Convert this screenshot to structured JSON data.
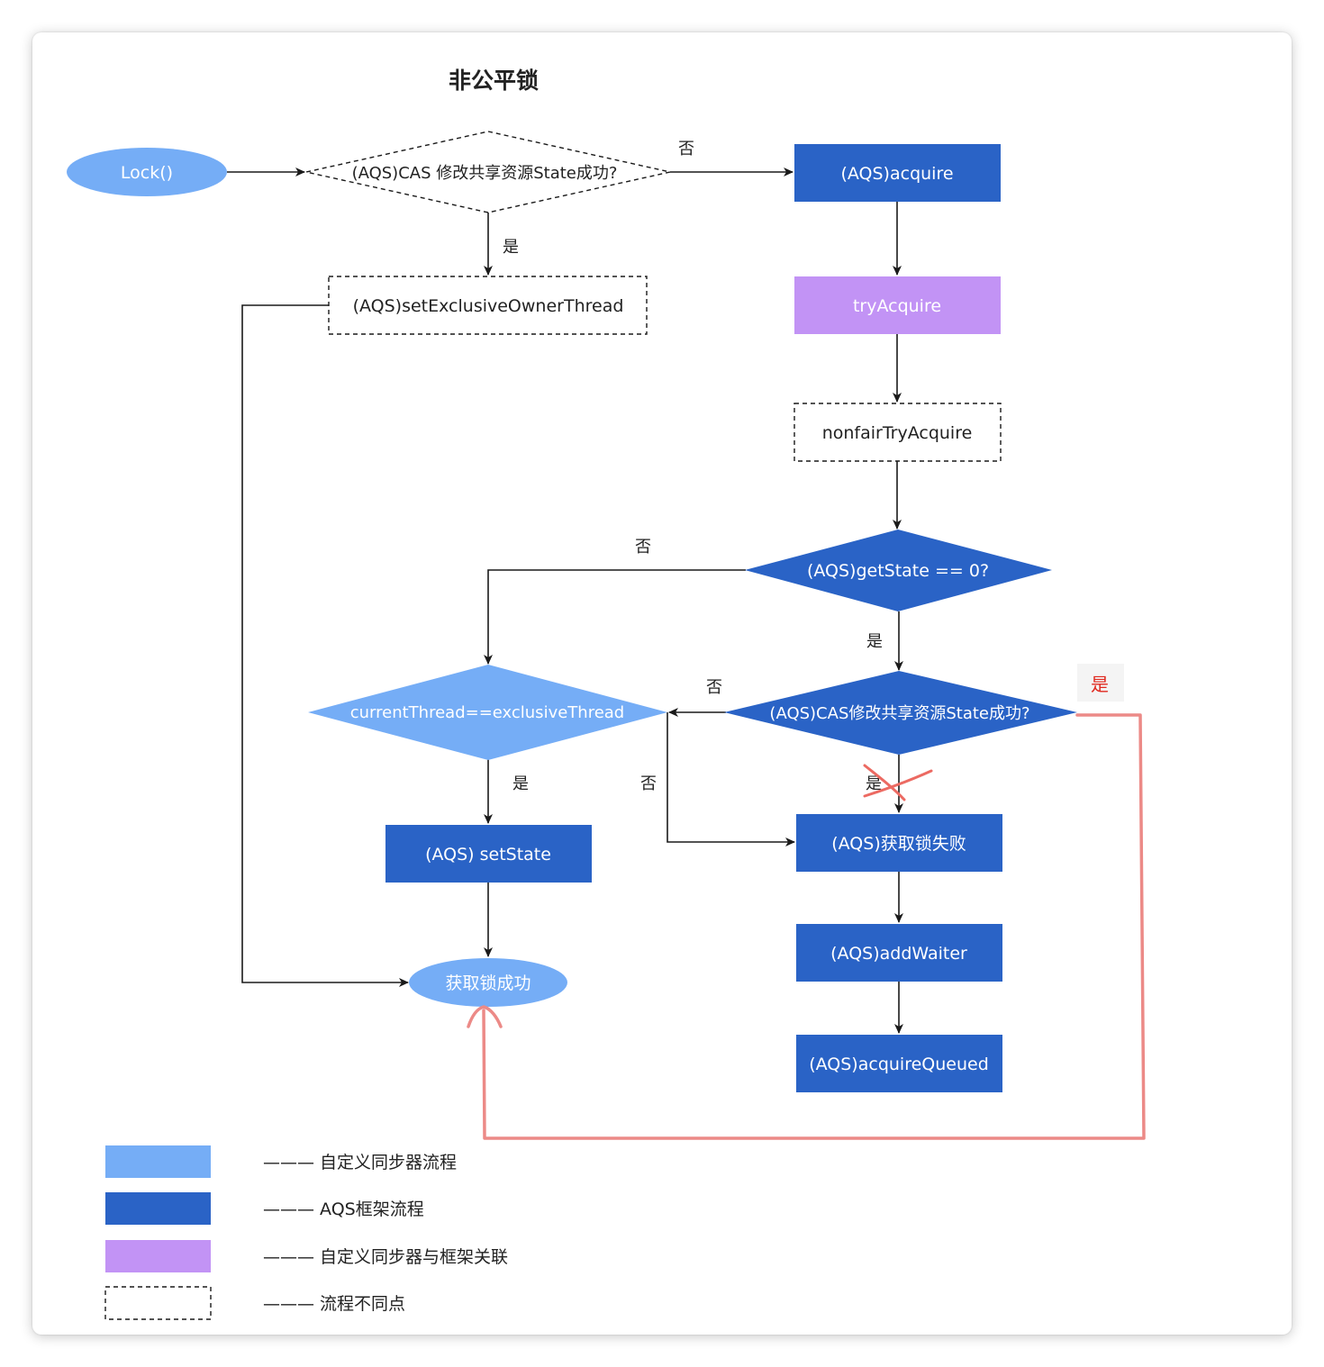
{
  "title": "非公平锁",
  "nodes": {
    "lock": "Lock()",
    "cas1": "(AQS)CAS 修改共享资源State成功?",
    "acquire": "(AQS)acquire",
    "set_owner": "(AQS)setExclusiveOwnerThread",
    "try_acquire": "tryAcquire",
    "nonfair": "nonfairTryAcquire",
    "get_state": "(AQS)getState == 0?",
    "current_thread": "currentThread==exclusiveThread",
    "cas2": "(AQS)CAS修改共享资源State成功?",
    "set_state": "(AQS) setState",
    "fail": "(AQS)获取锁失败",
    "add_waiter": "(AQS)addWaiter",
    "acquire_queued": "(AQS)acquireQueued",
    "success": "获取锁成功"
  },
  "edge_labels": {
    "cas1_no": "否",
    "cas1_yes": "是",
    "getstate_no": "否",
    "getstate_yes": "是",
    "cas2_no": "否",
    "cas2_yes_struck": "是",
    "cas2_yes_correction": "是",
    "current_yes": "是",
    "current_no": "否"
  },
  "legend": [
    {
      "label": "——— 自定义同步器流程",
      "swatch": "light-blue"
    },
    {
      "label": "——— AQS框架流程",
      "swatch": "dark-blue"
    },
    {
      "label": "——— 自定义同步器与框架关联",
      "swatch": "purple"
    },
    {
      "label": "——— 流程不同点",
      "swatch": "dashed"
    }
  ],
  "colors": {
    "dark_blue": "#2a63c6",
    "light_blue": "#75adf6",
    "purple": "#c293f5",
    "annotation_red": "#ec8a87",
    "correction_red": "#e0281e",
    "line": "#1a1a1a"
  }
}
